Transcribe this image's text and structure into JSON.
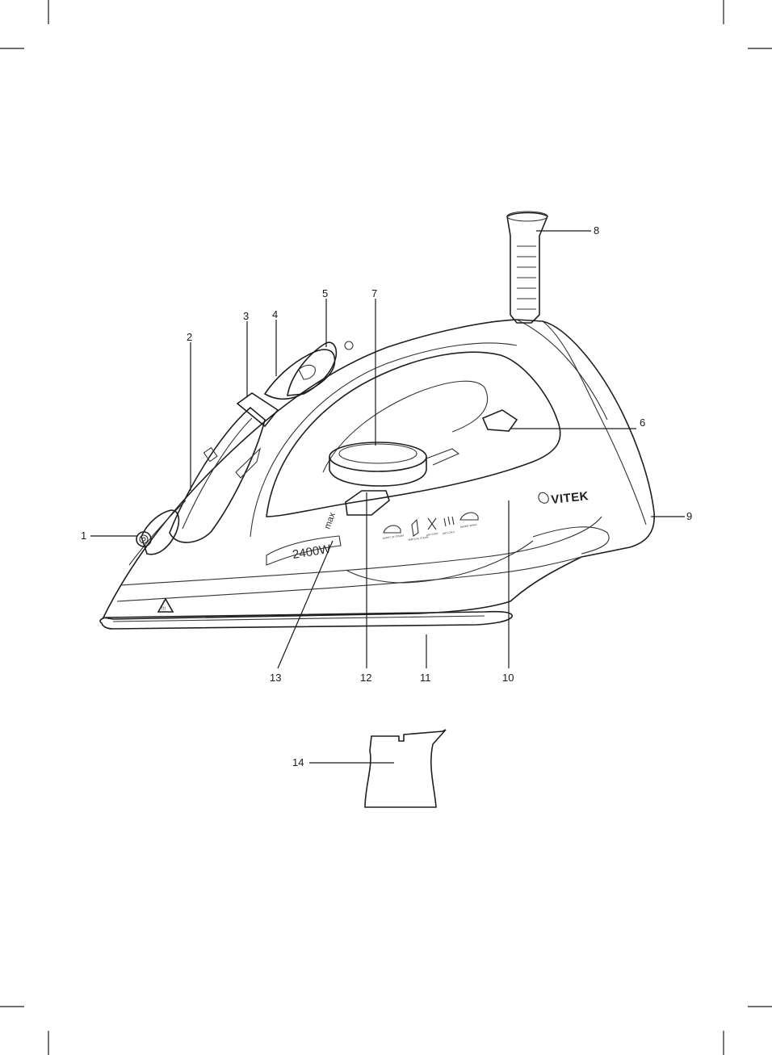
{
  "diagram": {
    "markings": {
      "power": "2400W",
      "water_max": "max",
      "brand": "VITEK",
      "warning_symbol": "!!!"
    },
    "steam_icons": [
      {
        "name": "burst-of-steam-icon",
        "caption": "BURST OF STEAM"
      },
      {
        "name": "vertical-steam-icon",
        "caption": "VERTICAL STEAM"
      },
      {
        "name": "anti-drip-icon",
        "caption": "ANTI DRIP"
      },
      {
        "name": "anti-calc-icon",
        "caption": "ANTI CALC"
      },
      {
        "name": "water-spray-icon",
        "caption": "WATER SPRAY"
      }
    ],
    "callouts": [
      {
        "id": "callout-1",
        "text": "1"
      },
      {
        "id": "callout-2",
        "text": "2"
      },
      {
        "id": "callout-3",
        "text": "3"
      },
      {
        "id": "callout-4",
        "text": "4"
      },
      {
        "id": "callout-5",
        "text": "5"
      },
      {
        "id": "callout-6",
        "text": "6"
      },
      {
        "id": "callout-7",
        "text": "7"
      },
      {
        "id": "callout-8",
        "text": "8"
      },
      {
        "id": "callout-9",
        "text": "9"
      },
      {
        "id": "callout-10",
        "text": "10"
      },
      {
        "id": "callout-11",
        "text": "11"
      },
      {
        "id": "callout-12",
        "text": "12"
      },
      {
        "id": "callout-13",
        "text": "13"
      },
      {
        "id": "callout-14",
        "text": "14"
      }
    ]
  }
}
